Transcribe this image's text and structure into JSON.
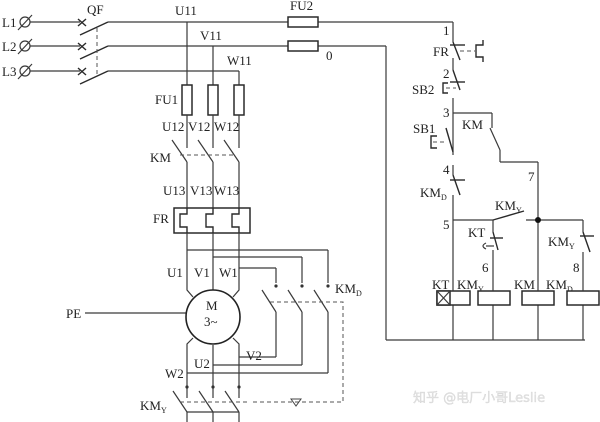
{
  "diagram": {
    "type": "star-delta starter circuit",
    "terminals": [
      "L1",
      "L2",
      "L3"
    ],
    "breaker": "QF",
    "main_nodes": [
      "U11",
      "V11",
      "W11"
    ],
    "fuse_main": "FU1",
    "fuse_control": "FU2",
    "node_zero": "0",
    "nodes_after_fuse": [
      "U12",
      "V12",
      "W12"
    ],
    "main_contactor": "KM",
    "nodes_after_contactor": [
      "U13",
      "V13",
      "W13"
    ],
    "thermal_relay": "FR",
    "motor_terminals_top": [
      "U1",
      "V1",
      "W1"
    ],
    "motor_terminals_bottom": [
      "W2",
      "U2",
      "V2"
    ],
    "motor_label": "M",
    "motor_sub": "3~",
    "ground": "PE",
    "delta_contactor": "KM",
    "delta_sub": "D",
    "star_contactor": "KM",
    "star_sub": "Y",
    "control": {
      "node_labels": [
        "1",
        "2",
        "3",
        "4",
        "5",
        "6",
        "7",
        "8"
      ],
      "fr": "FR",
      "sb2": "SB2",
      "sb1": "SB1",
      "km": "KM",
      "kmd": "KM",
      "kmd_sub": "D",
      "kmy": "KM",
      "kmy_sub": "Y",
      "kt": "KT",
      "coils": [
        {
          "label": "KT",
          "sub": ""
        },
        {
          "label": "KM",
          "sub": "Y"
        },
        {
          "label": "KM",
          "sub": ""
        },
        {
          "label": "KM",
          "sub": "D"
        }
      ]
    }
  },
  "watermark": "知乎 @电厂小哥Leslie"
}
